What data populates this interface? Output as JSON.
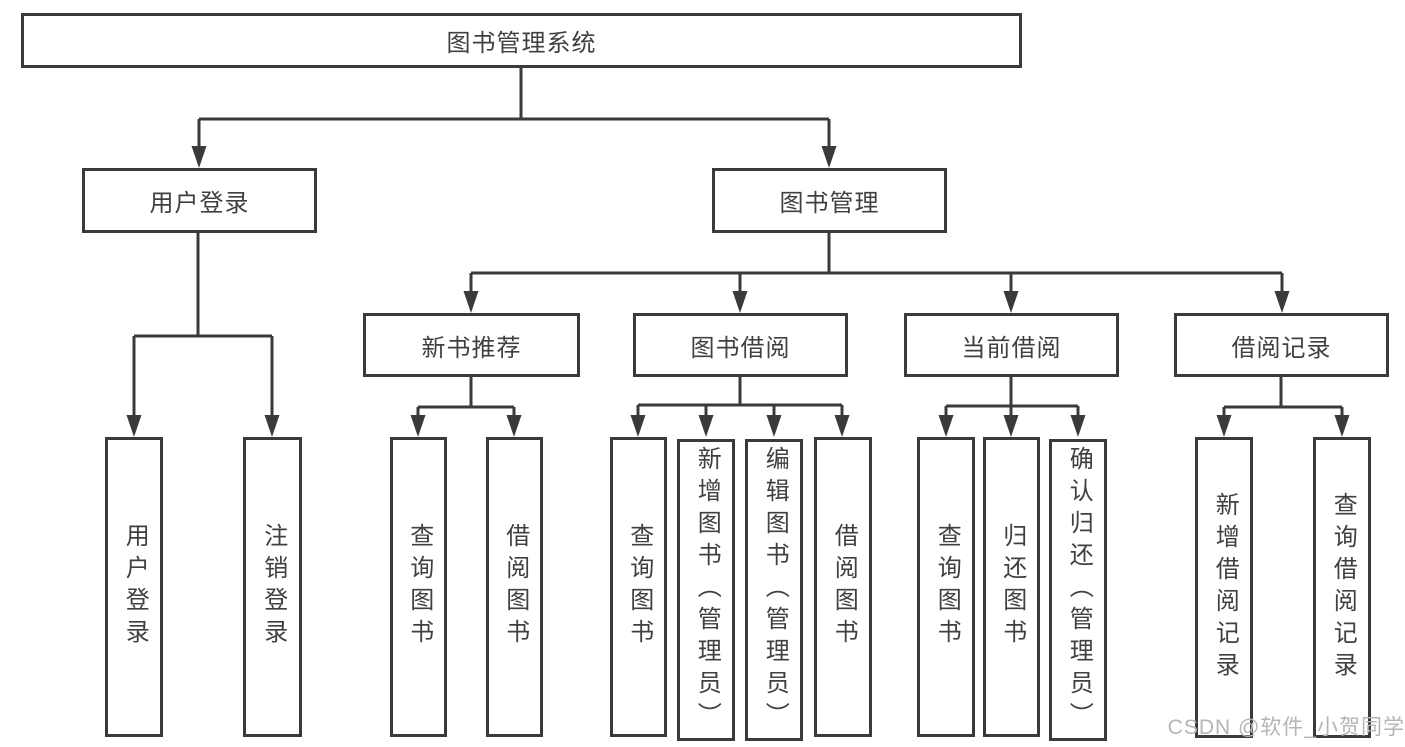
{
  "tree": {
    "label": "图书管理系统",
    "children": [
      {
        "label": "用户登录",
        "children": [
          {
            "label": "用户登录"
          },
          {
            "label": "注销登录"
          }
        ]
      },
      {
        "label": "图书管理",
        "children": [
          {
            "label": "新书推荐",
            "children": [
              {
                "label": "查询图书"
              },
              {
                "label": "借阅图书"
              }
            ]
          },
          {
            "label": "图书借阅",
            "children": [
              {
                "label": "查询图书"
              },
              {
                "label": "新增图书（管理员）"
              },
              {
                "label": "编辑图书（管理员）"
              },
              {
                "label": "借阅图书"
              }
            ]
          },
          {
            "label": "当前借阅",
            "children": [
              {
                "label": "查询图书"
              },
              {
                "label": "归还图书"
              },
              {
                "label": "确认归还（管理员）"
              }
            ]
          },
          {
            "label": "借阅记录",
            "children": [
              {
                "label": "新增借阅记录"
              },
              {
                "label": "查询借阅记录"
              }
            ]
          }
        ]
      }
    ]
  },
  "watermark": {
    "text": "CSDN @软件_小贺同学"
  },
  "colors": {
    "line": "#3a3a3a",
    "text": "#404040",
    "watermark": "#b5b5b5",
    "background": "#ffffff"
  }
}
